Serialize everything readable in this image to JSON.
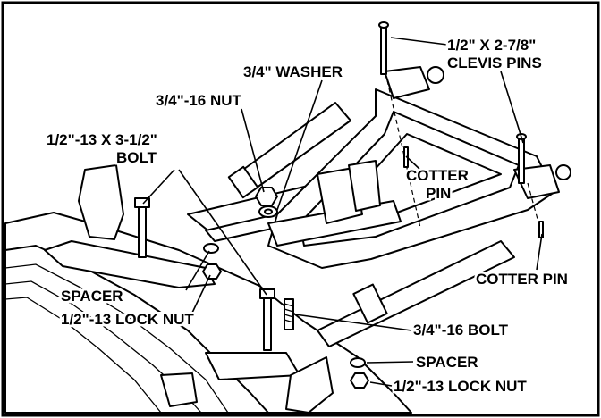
{
  "labels": {
    "clevis_pins": [
      "1/2\" X 2-7/8\"",
      "CLEVIS PINS"
    ],
    "washer": "3/4\" WASHER",
    "nut_3_4": "3/4\"-16 NUT",
    "bolt_1_2": [
      "1/2\"-13 X 3-1/2\"",
      "BOLT"
    ],
    "cotter_pin_upper": [
      "COTTER",
      "PIN"
    ],
    "cotter_pin_right": "COTTER PIN",
    "spacer_left": "SPACER",
    "lock_nut_left": "1/2\"-13 LOCK NUT",
    "bolt_3_4": "3/4\"-16 BOLT",
    "spacer_right": "SPACER",
    "lock_nut_right": "1/2\"-13 LOCK NUT"
  }
}
